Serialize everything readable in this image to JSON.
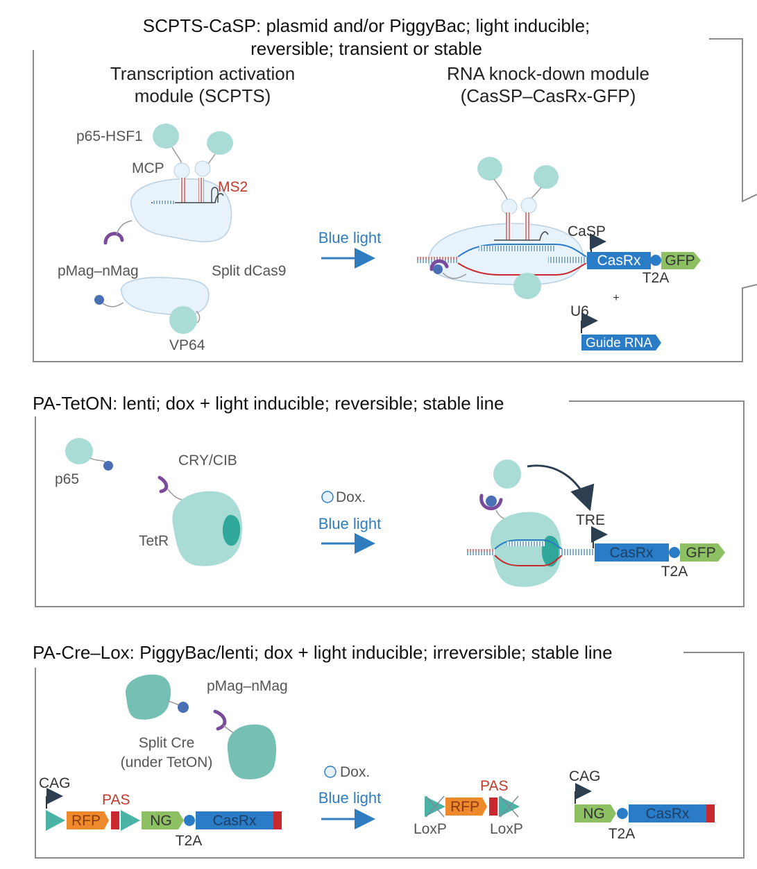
{
  "colors": {
    "teal_light": "#a8dcd4",
    "teal_dark": "#7cc3b8",
    "blue_light": "#2f7cbf",
    "casrx": "#2a7cc7",
    "gfp": "#8cc063",
    "rfp": "#ef8a2c",
    "pas": "#c8282e",
    "ms2": "#c0392b",
    "purple": "#7a4a9c",
    "nmag": "#4a6fb5"
  },
  "panel1": {
    "title_line1": "SCPTS-CaSP: plasmid and/or PiggyBac; light inducible;",
    "title_line2": "reversible; transient or stable",
    "left_header_line1": "Transcription activation",
    "left_header_line2": "module (SCPTS)",
    "right_header_line1": "RNA knock-down module",
    "right_header_line2": "(CasSP–CasRx-GFP)",
    "p65_hsf1": "p65-HSF1",
    "mcp": "MCP",
    "ms2": "MS2",
    "pmag_nmag": "pMag–nMag",
    "split_dcas9": "Split dCas9",
    "vp64": "VP64",
    "blue_light": "Blue light",
    "casp": "CaSP",
    "casrx": "CasRx",
    "gfp": "GFP",
    "t2a": "T2A",
    "plus": "+",
    "u6": "U6",
    "guide_rna": "Guide RNA"
  },
  "panel2": {
    "title": "PA-TetON: lenti; dox + light inducible; reversible; stable line",
    "p65": "p65",
    "cry_cib": "CRY/CIB",
    "tetr": "TetR",
    "dox": "Dox.",
    "blue_light": "Blue light",
    "tre": "TRE",
    "casrx": "CasRx",
    "gfp": "GFP",
    "t2a": "T2A"
  },
  "panel3": {
    "title": "PA-Cre–Lox: PiggyBac/lenti; dox + light inducible; irreversible; stable line",
    "pmag_nmag": "pMag–nMag",
    "split_cre_line1": "Split Cre",
    "split_cre_line2": "(under TetON)",
    "cag": "CAG",
    "pas": "PAS",
    "rfp": "RFP",
    "ng": "NG",
    "casrx": "CasRx",
    "t2a": "T2A",
    "dox": "Dox.",
    "blue_light": "Blue light",
    "loxp_left": "LoxP",
    "loxp_right": "LoxP",
    "cag_right": "CAG",
    "ng_right": "NG",
    "casrx_right": "CasRx",
    "t2a_right": "T2A"
  }
}
